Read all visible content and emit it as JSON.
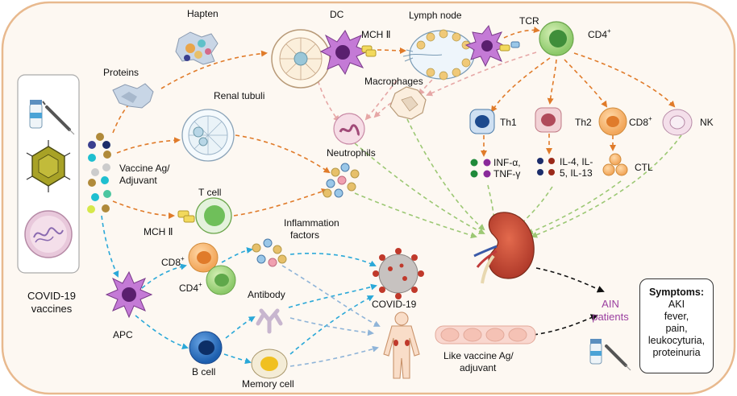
{
  "left_panel": {
    "caption_line1": "COVID-19",
    "caption_line2": "vaccines"
  },
  "labels": {
    "hapten": "Hapten",
    "proteins": "Proteins",
    "dc": "DC",
    "mch2_top": "MCH Ⅱ",
    "lymph_node": "Lymph node",
    "tcr": "TCR",
    "cd4_top": "CD4",
    "renal_tubuli": "Renal tubuli",
    "macrophages": "Macrophages",
    "neutrophils": "Neutrophils",
    "vaccine_ag_line1": "Vaccine Ag/",
    "vaccine_ag_line2": "Adjuvant",
    "t_cell": "T cell",
    "mch2_mid": "MCH Ⅱ",
    "inflammation_line1": "Inflammation",
    "inflammation_line2": "factors",
    "th1": "Th1",
    "th2": "Th2",
    "cd8_top": "CD8",
    "nk": "NK",
    "inf_line1": "INF-α,",
    "inf_line2": "TNF-γ",
    "il_line1": "IL-4, IL-",
    "il_line2": "5, IL-13",
    "ctl": "CTL",
    "cd8_bottom": "CD8",
    "cd4_bottom": "CD4",
    "antibody": "Antibody",
    "covid19": "COVID-19",
    "apc": "APC",
    "b_cell": "B cell",
    "memory_cell": "Memory cell",
    "like_vaccine_line1": "Like vaccine Ag/",
    "like_vaccine_line2": "adjuvant",
    "ain_line1": "AIN",
    "ain_line2": "patients",
    "plus": "+"
  },
  "symptoms": {
    "title": "Symptoms:",
    "items": [
      "AKI",
      "fever,",
      "pain,",
      "leukocyturia,",
      "proteinuria"
    ]
  },
  "colors": {
    "frame": "#e8b98e",
    "frame_fill": "#fdf8f2",
    "orange_arrow": "#e07b2a",
    "green_arrow": "#9cc874",
    "pink_arrow": "#e6a7a6",
    "blue_arrow": "#2aa8d8",
    "black_arrow": "#111111",
    "ain_text": "#9b3fa0"
  }
}
